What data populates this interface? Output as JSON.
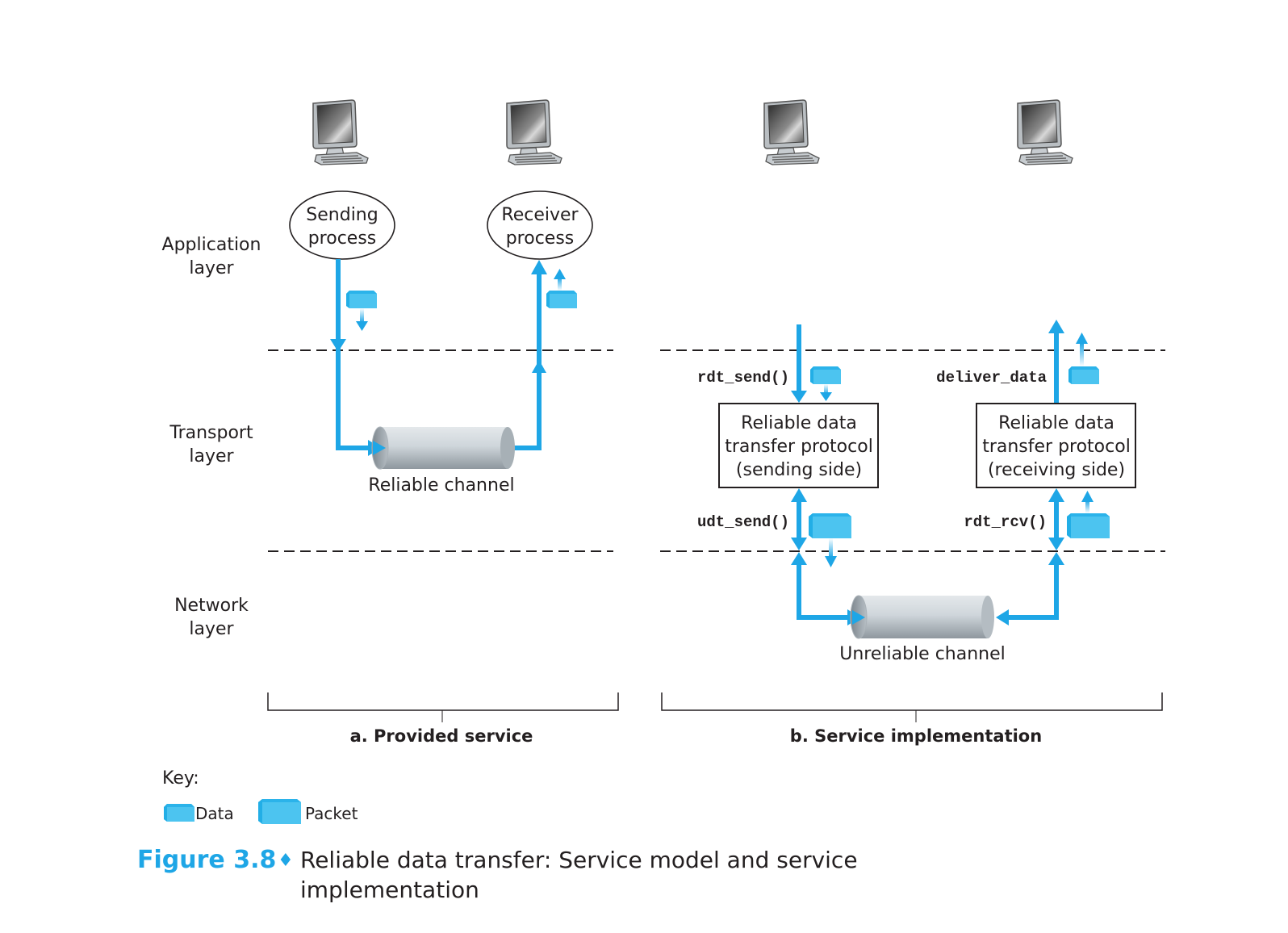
{
  "figure": {
    "number": "Figure 3.8",
    "separator": "♦",
    "caption_line1": "Reliable data transfer: Service model and service",
    "caption_line2": "implementation"
  },
  "layers": {
    "application": [
      "Application",
      "layer"
    ],
    "transport": [
      "Transport",
      "layer"
    ],
    "network": [
      "Network",
      "layer"
    ]
  },
  "panel_a": {
    "title": "a. Provided service",
    "sending_process": [
      "Sending",
      "process"
    ],
    "receiver_process": [
      "Receiver",
      "process"
    ],
    "channel_label": "Reliable channel"
  },
  "panel_b": {
    "title": "b. Service implementation",
    "rdt_send": "rdt_send()",
    "deliver_data": "deliver_data",
    "udt_send": "udt_send()",
    "rdt_rcv": "rdt_rcv()",
    "sender_box": [
      "Reliable data",
      "transfer protocol",
      "(sending side)"
    ],
    "receiver_box": [
      "Reliable data",
      "transfer protocol",
      "(receiving side)"
    ],
    "channel_label": "Unreliable channel"
  },
  "key": {
    "title": "Key:",
    "data_label": "Data",
    "packet_label": "Packet"
  },
  "colors": {
    "arrow": "#1ea6e6",
    "packet": "#4cc4f0",
    "pipe": "#c8cfd4",
    "text": "#231f20"
  }
}
